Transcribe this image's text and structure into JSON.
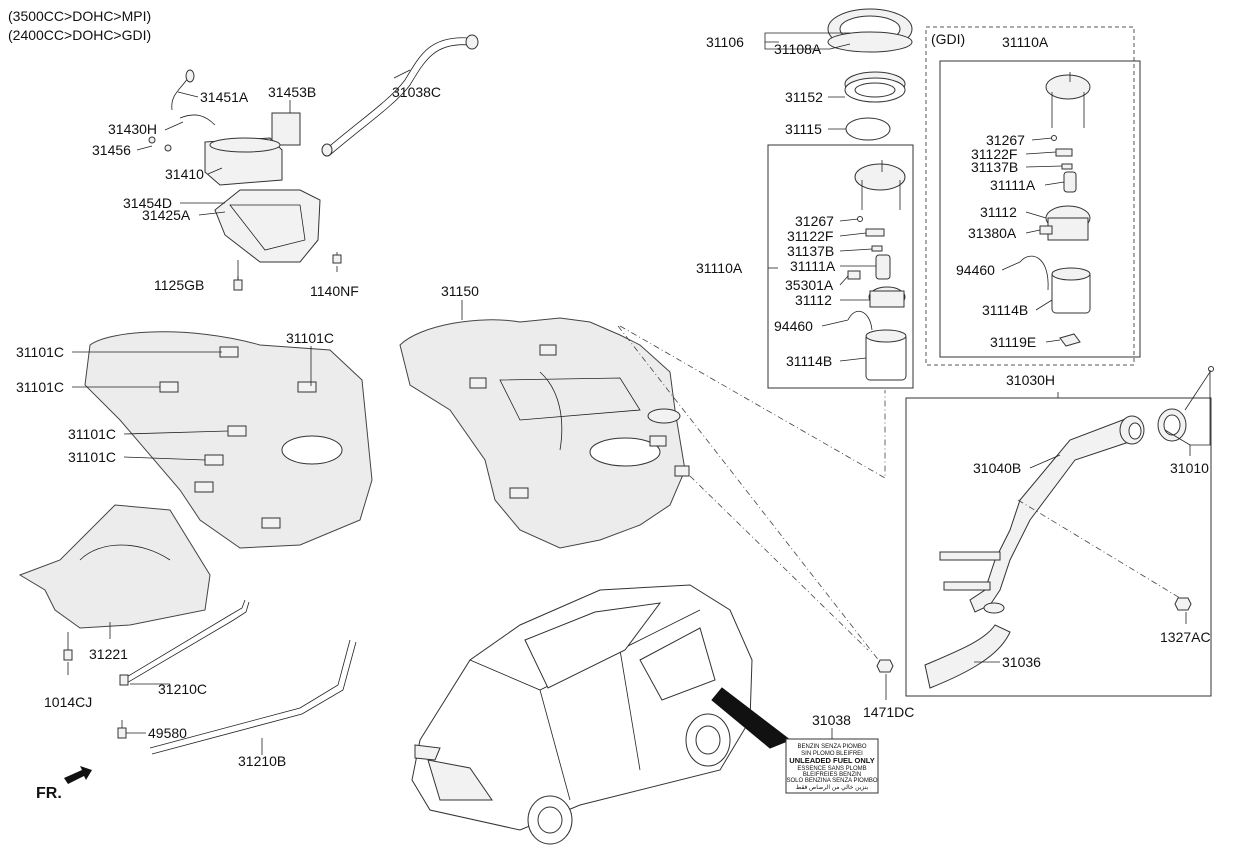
{
  "header": {
    "line1": "(3500CC>DOHC>MPI)",
    "line2": "(2400CC>DOHC>GDI)"
  },
  "gdi_label": "(GDI)",
  "fr_label": "FR.",
  "labels": [
    {
      "id": "31106",
      "text": "31106"
    },
    {
      "id": "31108A",
      "text": "31108A"
    },
    {
      "id": "31152",
      "text": "31152"
    },
    {
      "id": "31115",
      "text": "31115"
    },
    {
      "id": "31110A_main",
      "text": "31110A"
    },
    {
      "id": "31267_main",
      "text": "31267"
    },
    {
      "id": "31122F_main",
      "text": "31122F"
    },
    {
      "id": "31137B_main",
      "text": "31137B"
    },
    {
      "id": "31111A_main",
      "text": "31111A"
    },
    {
      "id": "35301A",
      "text": "35301A"
    },
    {
      "id": "31112_main",
      "text": "31112"
    },
    {
      "id": "94460_main",
      "text": "94460"
    },
    {
      "id": "31114B_main",
      "text": "31114B"
    },
    {
      "id": "31110A_gdi",
      "text": "31110A"
    },
    {
      "id": "31267_gdi",
      "text": "31267"
    },
    {
      "id": "31122F_gdi",
      "text": "31122F"
    },
    {
      "id": "31137B_gdi",
      "text": "31137B"
    },
    {
      "id": "31111A_gdi",
      "text": "31111A"
    },
    {
      "id": "31112_gdi",
      "text": "31112"
    },
    {
      "id": "31380A",
      "text": "31380A"
    },
    {
      "id": "94460_gdi",
      "text": "94460"
    },
    {
      "id": "31114B_gdi",
      "text": "31114B"
    },
    {
      "id": "31119E",
      "text": "31119E"
    },
    {
      "id": "31030H",
      "text": "31030H"
    },
    {
      "id": "31040B",
      "text": "31040B"
    },
    {
      "id": "31010",
      "text": "31010"
    },
    {
      "id": "1327AC",
      "text": "1327AC"
    },
    {
      "id": "31036",
      "text": "31036"
    },
    {
      "id": "1471DC",
      "text": "1471DC"
    },
    {
      "id": "31038",
      "text": "31038"
    },
    {
      "id": "31451A",
      "text": "31451A"
    },
    {
      "id": "31453B",
      "text": "31453B"
    },
    {
      "id": "31038C",
      "text": "31038C"
    },
    {
      "id": "31430H",
      "text": "31430H"
    },
    {
      "id": "31456",
      "text": "31456"
    },
    {
      "id": "31410",
      "text": "31410"
    },
    {
      "id": "31454D",
      "text": "31454D"
    },
    {
      "id": "31425A",
      "text": "31425A"
    },
    {
      "id": "1125GB",
      "text": "1125GB"
    },
    {
      "id": "1140NF",
      "text": "1140NF"
    },
    {
      "id": "31150",
      "text": "31150"
    },
    {
      "id": "31101C_a",
      "text": "31101C"
    },
    {
      "id": "31101C_b",
      "text": "31101C"
    },
    {
      "id": "31101C_c",
      "text": "31101C"
    },
    {
      "id": "31101C_d",
      "text": "31101C"
    },
    {
      "id": "31101C_e",
      "text": "31101C"
    },
    {
      "id": "31221",
      "text": "31221"
    },
    {
      "id": "1014CJ",
      "text": "1014CJ"
    },
    {
      "id": "31210C",
      "text": "31210C"
    },
    {
      "id": "49580",
      "text": "49580"
    },
    {
      "id": "31210B",
      "text": "31210B"
    }
  ],
  "sticker": {
    "line1": "BENZIN SENZA PIOMBO",
    "line2": "SIN PLOMO  BLEIFREI",
    "line3": "UNLEADED FUEL ONLY",
    "line4": "ESSENCE SANS PLOMB",
    "line5": "BLEIFREIES BENZIN",
    "line6": "SOLO BENZINA SENZA PIOMBO",
    "line7": "بنزين خالي من الرصاص فقط"
  }
}
